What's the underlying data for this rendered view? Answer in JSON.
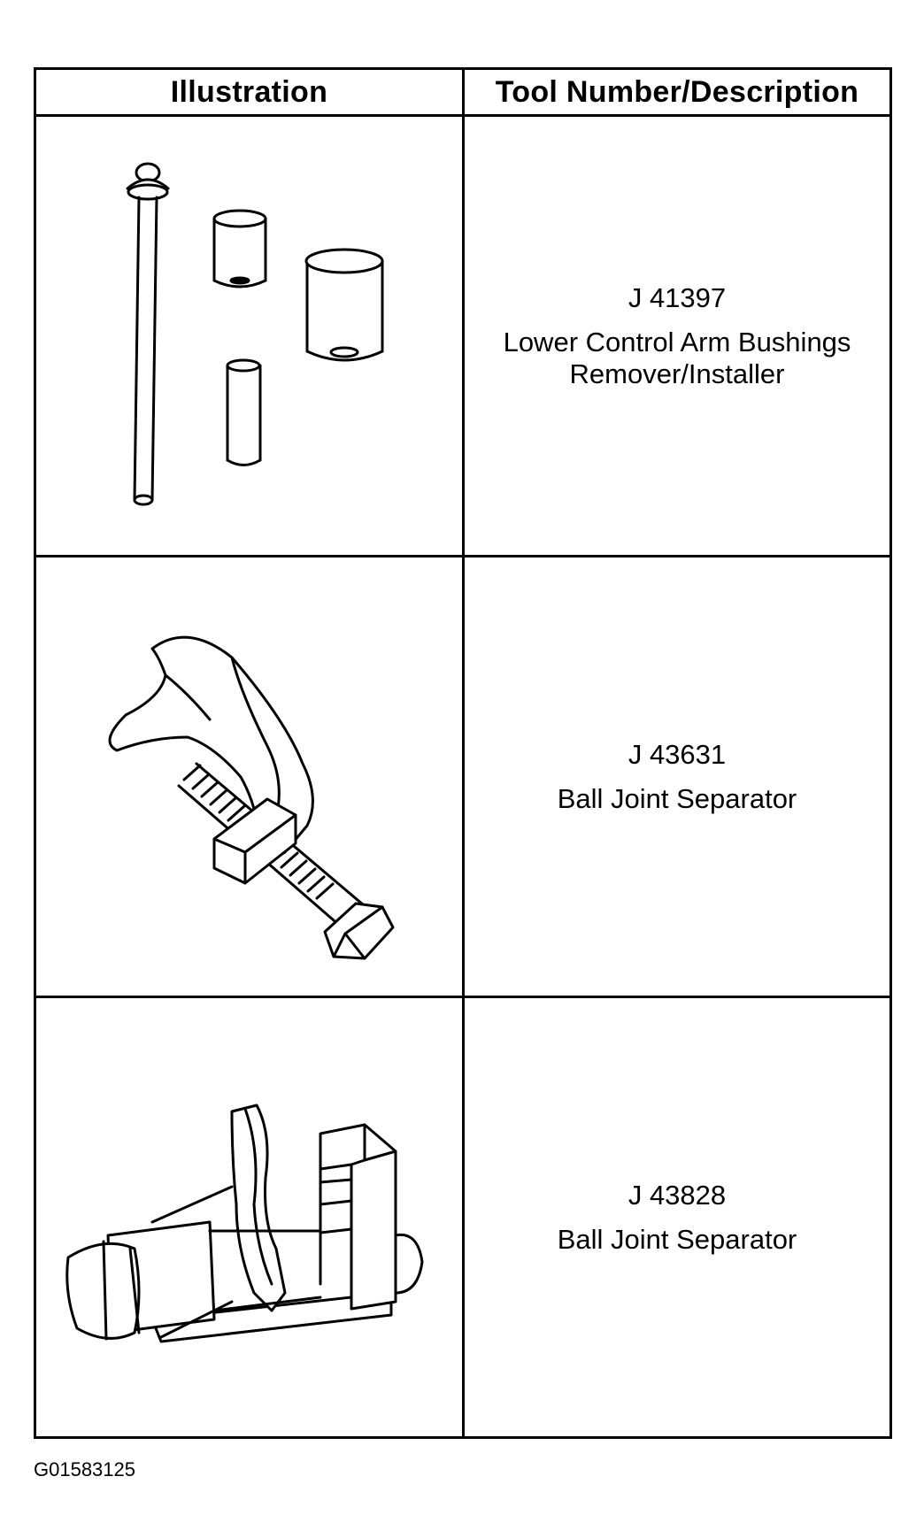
{
  "table": {
    "headers": [
      "Illustration",
      "Tool Number/Description"
    ],
    "rows": [
      {
        "tool_number": "J 41397",
        "description": "Lower Control Arm Bushings\nRemover/Installer",
        "illustration_icon": "bushing-remover-installer-set-icon"
      },
      {
        "tool_number": "J 43631",
        "description": "Ball Joint Separator",
        "illustration_icon": "ball-joint-separator-icon"
      },
      {
        "tool_number": "J 43828",
        "description": "Ball Joint Separator",
        "illustration_icon": "ball-joint-separator-clamp-icon"
      }
    ]
  },
  "figure_id": "G01583125"
}
